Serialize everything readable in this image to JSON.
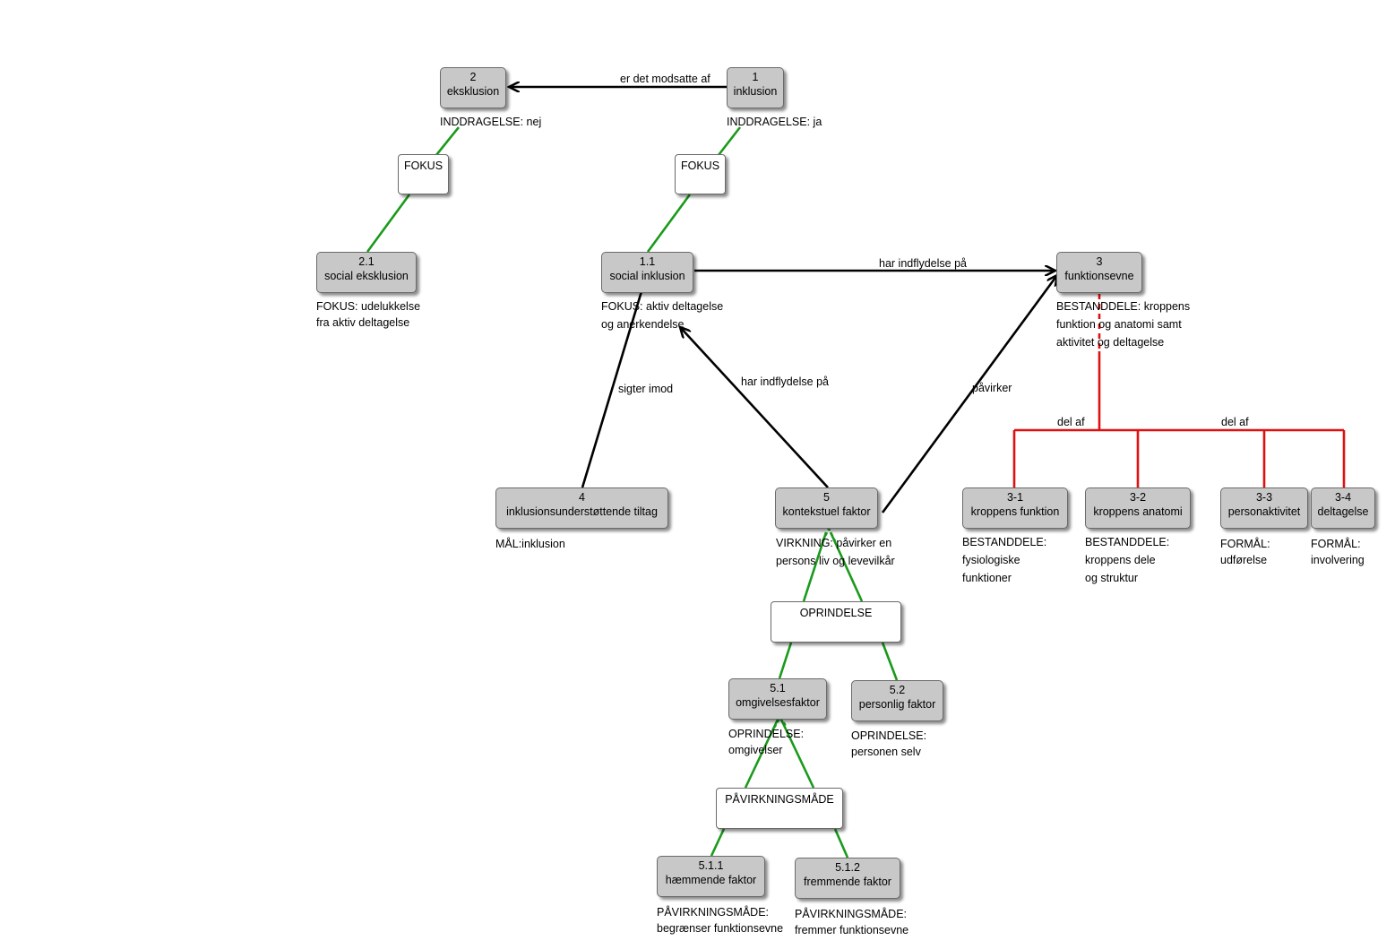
{
  "nodes": {
    "n2": {
      "id": "2",
      "label": "eksklusion"
    },
    "n1": {
      "id": "1",
      "label": "inklusion"
    },
    "n21": {
      "id": "2.1",
      "label": "social eksklusion"
    },
    "n11": {
      "id": "1.1",
      "label": "social inklusion"
    },
    "n3": {
      "id": "3",
      "label": "funktionsevne"
    },
    "n4": {
      "id": "4",
      "label": "inklusionsunderstøttende tiltag"
    },
    "n5": {
      "id": "5",
      "label": "kontekstuel faktor"
    },
    "n31": {
      "id": "3-1",
      "label": "kroppens funktion"
    },
    "n32": {
      "id": "3-2",
      "label": "kroppens anatomi"
    },
    "n33": {
      "id": "3-3",
      "label": "personaktivitet"
    },
    "n34": {
      "id": "3-4",
      "label": "deltagelse"
    },
    "n51": {
      "id": "5.1",
      "label": "omgivelsesfaktor"
    },
    "n52": {
      "id": "5.2",
      "label": "personlig faktor"
    },
    "n511": {
      "id": "5.1.1",
      "label": "hæmmende faktor"
    },
    "n512": {
      "id": "5.1.2",
      "label": "fremmende faktor"
    }
  },
  "linking_nodes": {
    "fokus_left": "FOKUS",
    "fokus_right": "FOKUS",
    "oprindelse": "OPRINDELSE",
    "pavirkningsmade": "PÅVIRKNINGSMÅDE"
  },
  "notes": {
    "n2": [
      "INDDRAGELSE: nej"
    ],
    "n1": [
      "INDDRAGELSE: ja"
    ],
    "n21": [
      "FOKUS: udelukkelse",
      "fra aktiv deltagelse"
    ],
    "n11": [
      "FOKUS: aktiv deltagelse",
      "og anerkendelse"
    ],
    "n3": [
      "BESTANDDELE: kroppens",
      "funktion og anatomi samt",
      "aktivitet og deltagelse"
    ],
    "n4": [
      "MÅL:inklusion"
    ],
    "n5": [
      "VIRKNING: påvirker en",
      "persons liv og levevilkår"
    ],
    "n31": [
      "BESTANDDELE:",
      "fysiologiske",
      "funktioner"
    ],
    "n32": [
      "BESTANDDELE:",
      "kroppens dele",
      "og struktur"
    ],
    "n33": [
      "FORMÅL:",
      "udførelse"
    ],
    "n34": [
      "FORMÅL:",
      "involvering"
    ],
    "n51": [
      "OPRINDELSE:",
      "omgivelser"
    ],
    "n52": [
      "OPRINDELSE:",
      "personen selv"
    ],
    "n511": [
      "PÅVIRKNINGSMÅDE:",
      "begrænser funktionsevne"
    ],
    "n512": [
      "PÅVIRKNINGSMÅDE:",
      "fremmer funktionsevne"
    ]
  },
  "edge_labels": {
    "opposite": "er det modsatte af",
    "influence_top": "har indflydelse på",
    "aims": "sigter imod",
    "influence_mid": "har indflydelse på",
    "affects": "påvirker",
    "part_of_left": "del af",
    "part_of_right": "del af"
  },
  "colors": {
    "node_fill": "#c8c8c8",
    "link_green": "#1a9a1a",
    "part_red": "#e01010",
    "arrow_black": "#000000"
  }
}
